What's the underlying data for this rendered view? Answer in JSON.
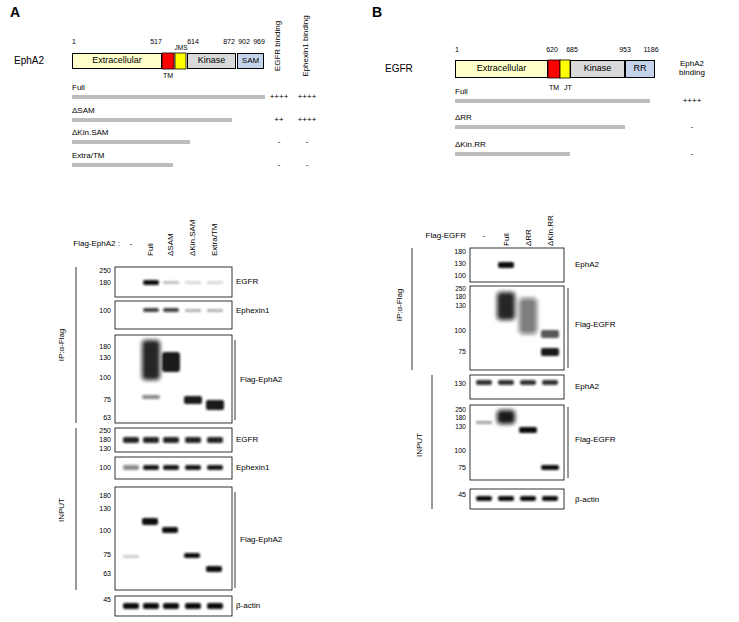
{
  "diagram": {
    "nodes": [
      {
        "text": [
          "Extracellular"
        ]
      },
      {
        "text": [
          "Kinase"
        ]
      },
      {
        "text": [
          "SAM"
        ]
      },
      {
        "text": [
          "Extracellular"
        ]
      },
      {
        "text": [
          "Kinase"
        ]
      },
      {
        "text": [
          "RR"
        ]
      }
    ],
    "labels": [
      "A",
      "EphA2",
      "1",
      "517",
      "JMS",
      "614",
      "872",
      "902",
      "969",
      "TM",
      "EGFR binding",
      "Ephexin1 binding",
      "Full",
      "++++",
      "++++",
      "ΔSAM",
      "++",
      "++++",
      "ΔKin.SAM",
      "-",
      "-",
      "Extra/TM",
      "-",
      "-",
      "Flag-EphA2 :",
      "-",
      "Full",
      "ΔSAM",
      "ΔKin.SAM",
      "Extra/TM",
      "IP:α-Flag",
      "250",
      "180",
      "EGFR",
      "100",
      "Ephexin1",
      "180",
      "130",
      "100",
      "75",
      "63",
      "Flag-EphA2",
      "INPUT",
      "250",
      "180",
      "130",
      "EGFR",
      "100",
      "Ephexin1",
      "180",
      "130",
      "100",
      "75",
      "63",
      "Flag-EphA2",
      "45",
      "β-actin",
      "B",
      "EGFR",
      "1",
      "620",
      "685",
      "953",
      "1186",
      "TM",
      "JT",
      "EphA2 binding",
      "Full",
      "++++",
      "ΔRR",
      "-",
      "ΔKin.RR",
      "-",
      "Flag-EGFR",
      "-",
      "Full",
      "ΔRR",
      "ΔKin.RR",
      "IP:α-Flag",
      "180",
      "130",
      "100",
      "EphA2",
      "250",
      "180",
      "130",
      "100",
      "75",
      "Flag-EGFR",
      "INPUT",
      "130",
      "EphA2",
      "250",
      "180",
      "130",
      "100",
      "75",
      "Flag-EGFR",
      "45",
      "β-actin"
    ]
  }
}
